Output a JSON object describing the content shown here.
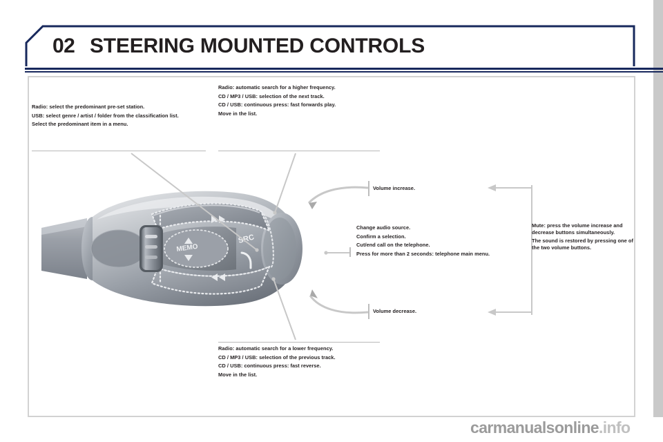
{
  "header": {
    "chapter_number": "02",
    "title": "STEERING MOUNTED CONTROLS",
    "rule_color": "#17285c"
  },
  "callouts": {
    "top_left": [
      "Radio: select the predominant pre-set station.",
      "USB: select genre / artist / folder from the classification list.",
      "Select the predominant item in a menu."
    ],
    "top_centre": [
      "Radio: automatic search for a higher frequency.",
      "CD / MP3 / USB: selection of the next track.",
      "CD / USB: continuous press: fast forwards play.",
      "Move in the list."
    ],
    "centre_right": [
      "Change audio source.",
      "Confirm a selection.",
      "Cut/end call on the telephone.",
      "Press for more than 2 seconds: telephone main menu."
    ],
    "far_right_note": [
      "Mute: press the volume increase and decrease buttons simultaneously.",
      "The sound is restored by pressing one of the two volume buttons."
    ],
    "bottom_centre": [
      "Radio: automatic search for a lower frequency.",
      "CD / MP3 / USB: selection of the previous track.",
      "CD / USB: continuous press: fast reverse.",
      "Move in the list."
    ],
    "volume_increase": "Volume increase.",
    "volume_decrease": "Volume decrease."
  },
  "illustration": {
    "name": "steering-column-control-stalk",
    "labels": {
      "memo": "MEMO",
      "src": "SRC",
      "up_arrow": "▲",
      "down_arrow": "▼",
      "fast_forward": "▶▶",
      "fast_reverse": "◀◀",
      "phone": "phone-handset-icon"
    }
  },
  "footer": {
    "watermark": "carmanualsonline",
    "watermark_suffix": ".info"
  },
  "colors": {
    "navy": "#17285c",
    "text": "#231f20",
    "rule_grey": "#d2d2d2",
    "watermark_grey": "#9b9b9b"
  }
}
